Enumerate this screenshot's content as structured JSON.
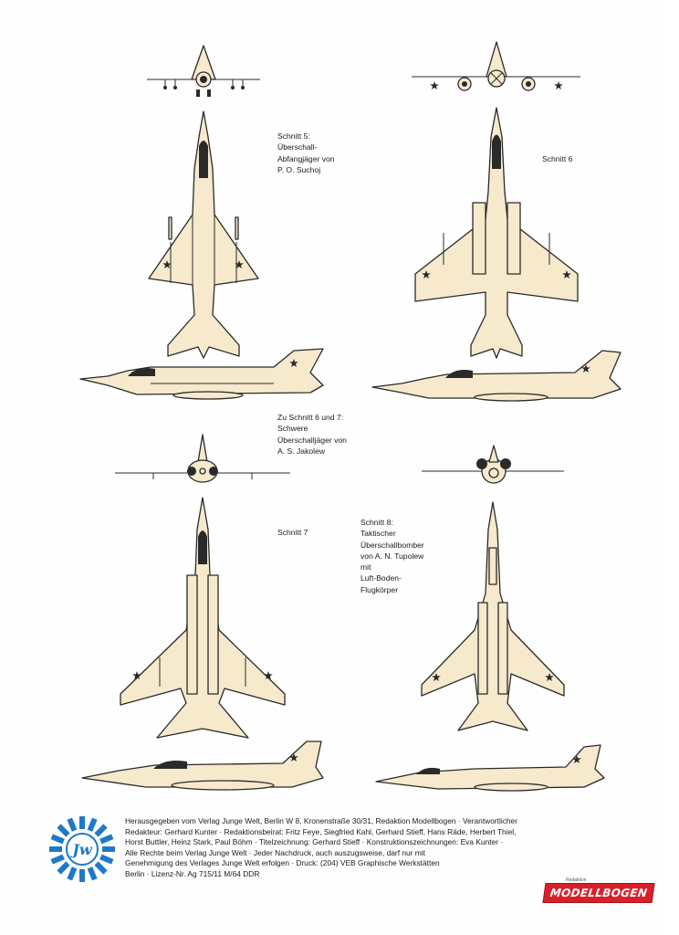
{
  "captions": {
    "schnitt5": "Schnitt 5:\nÜberschall-\nAbfangjäger von\nP. O. Suchoj",
    "schnitt6": "Schnitt 6",
    "schnitt67": "Zu Schnitt 6 und 7:\nSchwere\nÜberschalljäger von\nA. S. Jakolew",
    "schnitt7": "Schnitt 7",
    "schnitt8": "Schnitt 8:\nTaktischer\nÜberschallbomber\nvon A. N. Tupolew\nmit\nLuft-Boden-\nFlugkörper"
  },
  "imprint": {
    "lines": [
      "Herausgegeben vom Verlag Junge Welt, Berlin W 8, Kronenstraße 30/31, Redaktion Modellbogen · Verantwortlicher",
      "Redakteur: Gerhard Kunter · Redaktionsbeirat: Fritz Feye, Siegfried Kahl, Gerhard Stieff, Hans Räde, Herbert Thiel,",
      "Horst Buttler, Heinz Stark, Paul Böhm · Titelzeichnung: Gerhard Stieff · Konstruktionszeichnungen: Eva Kunter ·",
      "Alle Rechte beim Verlag Junge Welt · Jeder Nachdruck, auch auszugsweise, darf nur mit",
      "Genehmigung des Verlages Junge Welt erfolgen · Druck: (204) VEB Graphische Werkstätten",
      "Berlin · Lizenz-Nr. Ag 715/11 M/64 DDR"
    ],
    "credit": "Redaktion",
    "logo_letters": "Jw",
    "brand": "MODELLBOGEN"
  },
  "colors": {
    "aircraft_fill": "#f6e9cc",
    "outline": "#2a2a2a",
    "logo_blue": "#1f78c8",
    "brand_red": "#d8202a"
  }
}
